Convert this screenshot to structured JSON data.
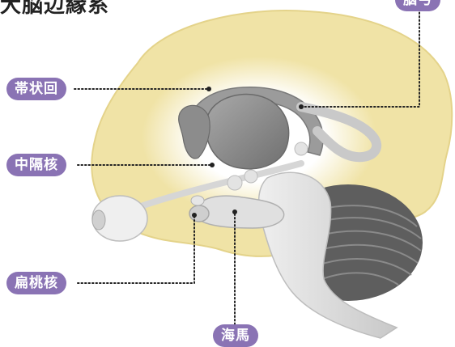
{
  "title": "大脳辺縁系",
  "labels": {
    "cingulate": "帯状回",
    "septal": "中隔核",
    "amygdala": "扁桃核",
    "hippocampus": "海馬",
    "fornix": "脳弓"
  },
  "colors": {
    "label_bg": "#8a73b4",
    "cortex": "#f0e3a6",
    "white_matter": "#ffffff",
    "gray_structure": "#8c8c8c",
    "light_structure": "#dcdcdc",
    "cerebellum": "#5e5e5e",
    "leader_line": "#222222"
  }
}
